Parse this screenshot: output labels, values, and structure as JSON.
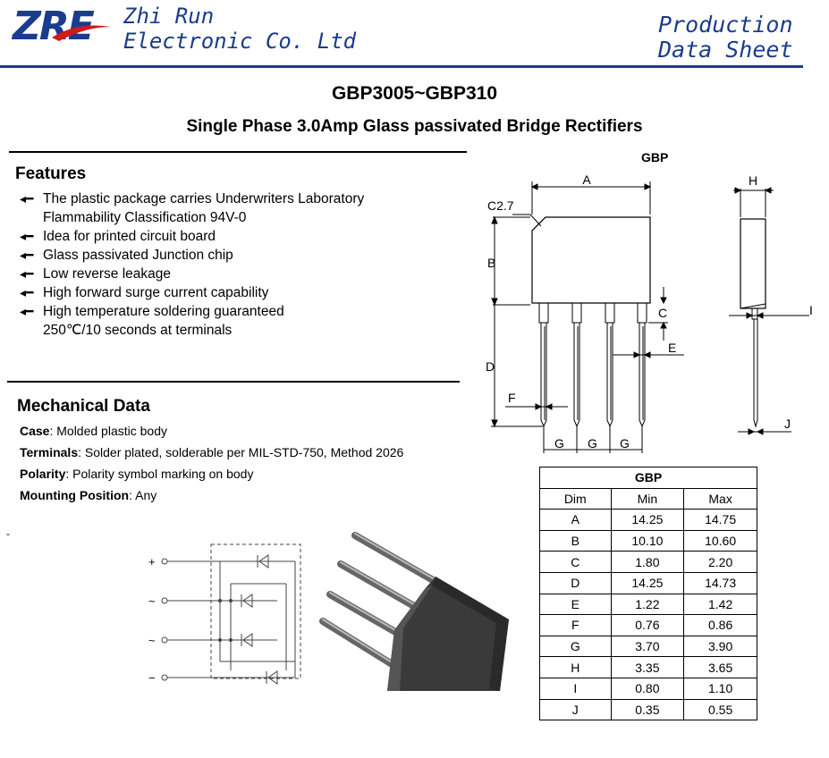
{
  "header": {
    "logo": "ZRE",
    "company_line1": "Zhi Run",
    "company_line2": "Electronic Co. Ltd",
    "doc_type_line1": "Production",
    "doc_type_line2": "Data Sheet",
    "brand_color": "#1a3c8c"
  },
  "title": "GBP3005~GBP310",
  "subtitle": "Single Phase 3.0Amp Glass passivated Bridge Rectifiers",
  "features": {
    "heading": "Features",
    "items": [
      {
        "text": "The plastic package carries Underwriters Laboratory",
        "cont": "Flammability Classification 94V-0"
      },
      {
        "text": "Idea for printed circuit board",
        "cont": ""
      },
      {
        "text": "Glass passivated Junction chip",
        "cont": ""
      },
      {
        "text": "Low reverse leakage",
        "cont": ""
      },
      {
        "text": "High forward surge current capability",
        "cont": ""
      },
      {
        "text": "High temperature soldering guaranteed",
        "cont": "250℃/10 seconds at terminals"
      }
    ]
  },
  "mechanical": {
    "heading": "Mechanical  Data",
    "rows": [
      {
        "label": "Case",
        "value": ": Molded plastic body"
      },
      {
        "label": "Terminals",
        "value": ": Solder plated, solderable per MIL-STD-750, Method 2026"
      },
      {
        "label": "Polarity",
        "value": ": Polarity symbol  marking on body"
      },
      {
        "label": "Mounting Position",
        "value": ": Any"
      }
    ]
  },
  "package": {
    "title": "GBP",
    "dim_labels": {
      "A": "A",
      "B": "B",
      "C": "C",
      "D": "D",
      "E": "E",
      "F": "F",
      "G": "G",
      "H": "H",
      "I": "I",
      "J": "J",
      "C27": "C2.7"
    }
  },
  "schematic": {
    "pins": [
      "+",
      "~",
      "~",
      "−"
    ]
  },
  "table": {
    "title": "GBP",
    "headers": [
      "Dim",
      "Min",
      "Max"
    ],
    "rows": [
      [
        "A",
        "14.25",
        "14.75"
      ],
      [
        "B",
        "10.10",
        "10.60"
      ],
      [
        "C",
        "1.80",
        "2.20"
      ],
      [
        "D",
        "14.25",
        "14.73"
      ],
      [
        "E",
        "1.22",
        "1.42"
      ],
      [
        "F",
        "0.76",
        "0.86"
      ],
      [
        "G",
        "3.70",
        "3.90"
      ],
      [
        "H",
        "3.35",
        "3.65"
      ],
      [
        "I",
        "0.80",
        "1.10"
      ],
      [
        "J",
        "0.35",
        "0.55"
      ]
    ]
  },
  "stray_mark": "-"
}
